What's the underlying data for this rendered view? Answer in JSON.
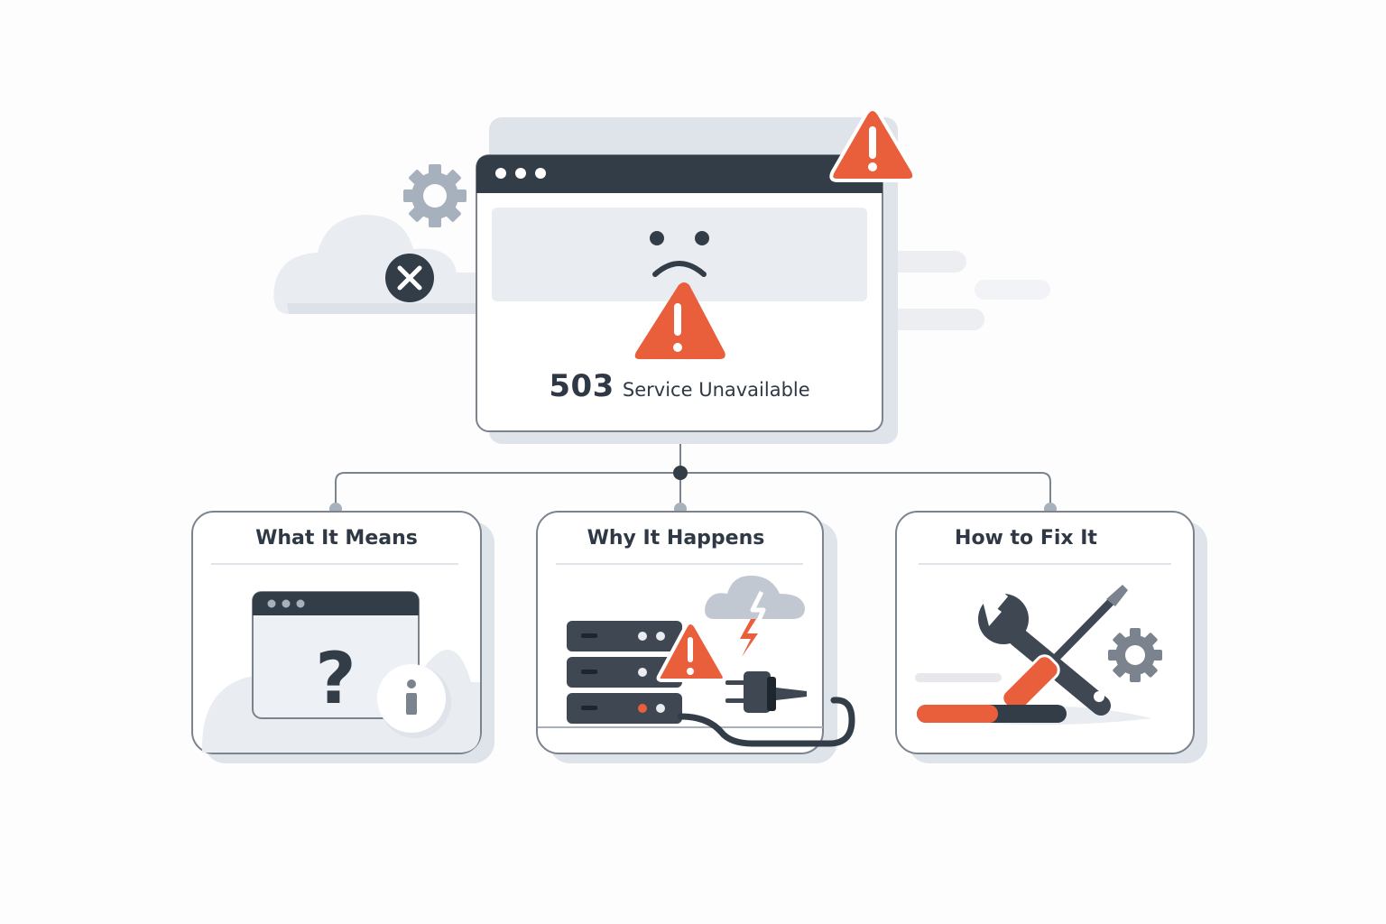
{
  "hero": {
    "code": "503",
    "message": "Service Unavailable"
  },
  "cards": [
    {
      "title": "What It Means",
      "icon": "question-browser-icon"
    },
    {
      "title": "Why It Happens",
      "icon": "server-failure-icon"
    },
    {
      "title": "How to Fix It",
      "icon": "tools-icon"
    }
  ],
  "colors": {
    "accent": "#e95e3b",
    "dark": "#333d48",
    "gray": "#a7b0bd",
    "light": "#e9ecf1",
    "border": "#7b838e"
  }
}
